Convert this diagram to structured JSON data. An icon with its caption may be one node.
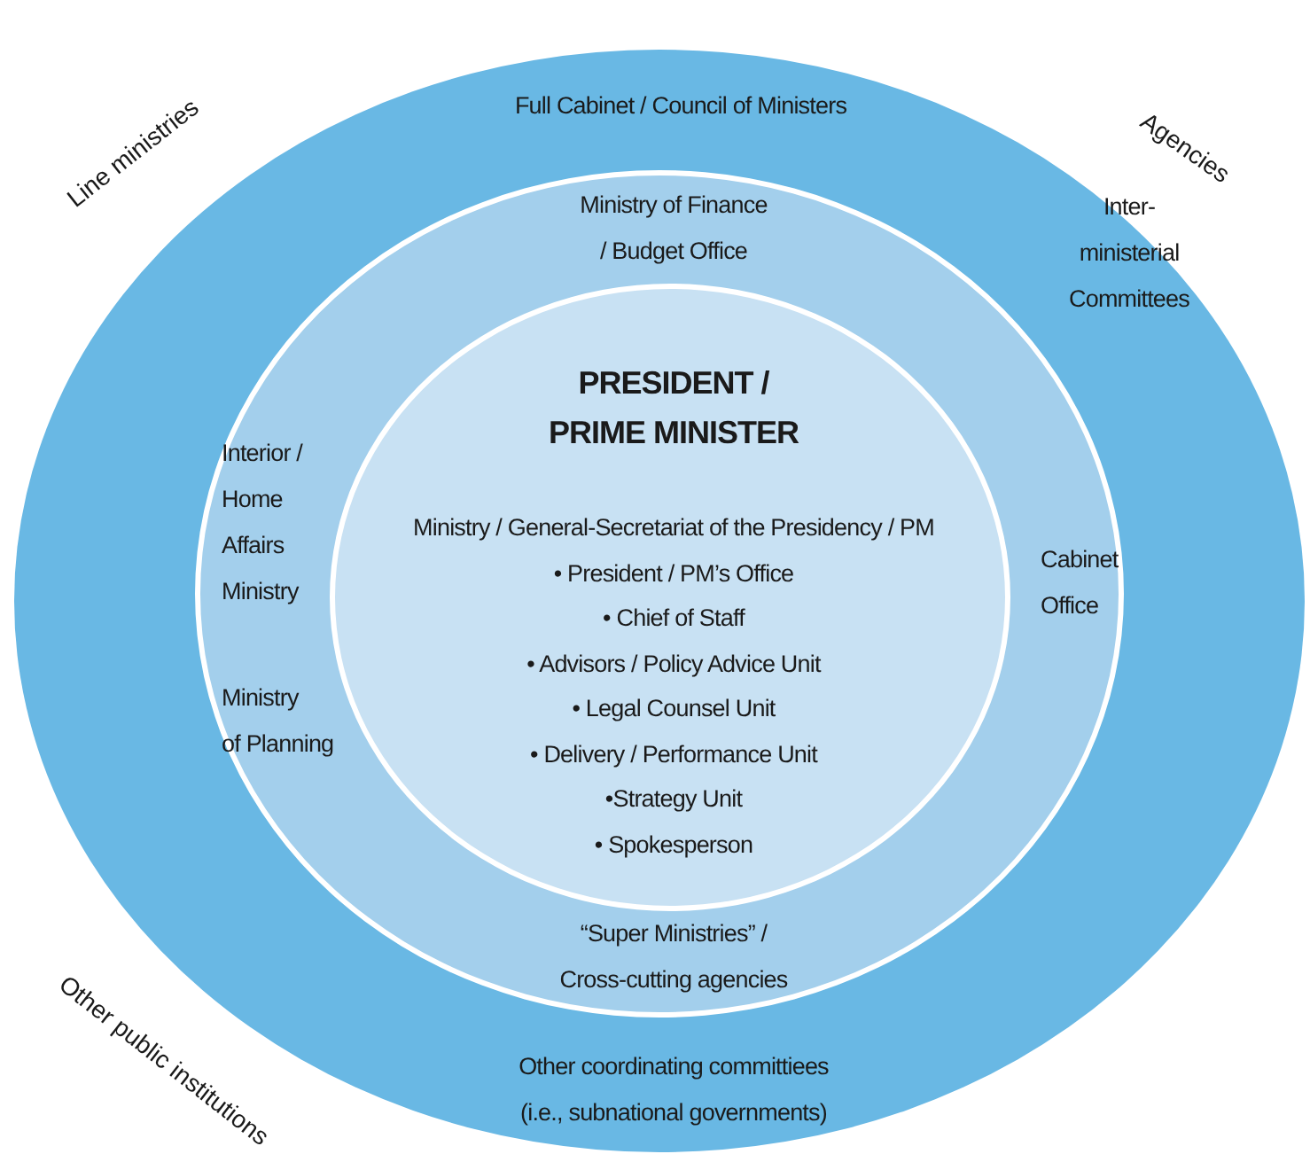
{
  "diagram": {
    "nodes": [
      {
        "text": [
          "Full Cabinet / Council of Ministers",
          "Inter- ministerial Committees",
          "Other coordinating committiees (i.e., subnational governments)"
        ]
      },
      {
        "text": [
          "Ministry of Finance / Budget Office",
          "Interior / Home Affairs Ministry",
          "Ministry of Planning",
          "Cabinet Office",
          "“Super Ministries” / Cross-cutting agencies"
        ],
        "in": 0
      },
      {
        "text": [
          "PRESIDENT / PRIME MINISTER",
          "Ministry / General-Secretariat of the Presidency / PM",
          "• President / PM’s Office",
          "• Chief of Staff",
          "• Advisors / Policy Advice Unit",
          "• Legal Counsel Unit",
          "• Delivery / Performance Unit",
          "•Strategy Unit",
          "• Spokesperson"
        ],
        "in": 1
      }
    ],
    "labels": [
      "Line ministries",
      "Agencies",
      "Other public institutions"
    ]
  }
}
